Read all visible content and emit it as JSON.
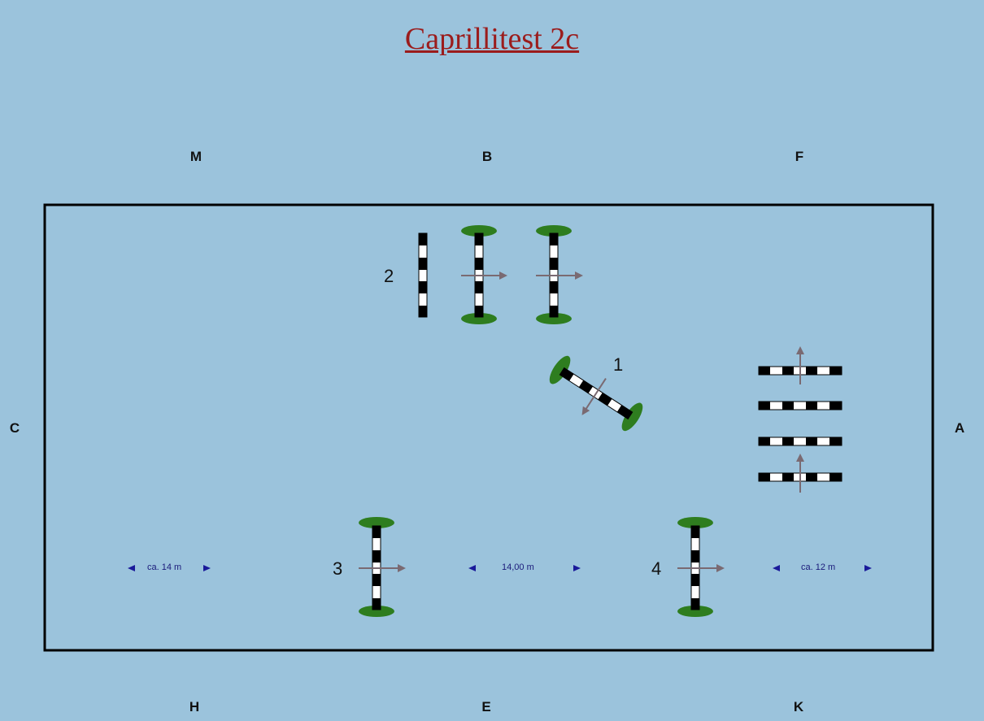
{
  "title": "Caprillitest 2c",
  "markers": {
    "top": [
      "M",
      "B",
      "F"
    ],
    "left": "C",
    "right": "A",
    "bottom": [
      "H",
      "E",
      "K"
    ]
  },
  "obstacles": [
    "1",
    "2",
    "3",
    "4"
  ],
  "distances": [
    "ca. 14 m",
    "14,00 m",
    "ca. 12 m"
  ],
  "colors": {
    "background": "#9bc3dc",
    "arena_border": "#000000",
    "title": "#9b1c1c",
    "pole_dark": "#000000",
    "pole_light": "#ffffff",
    "shrub": "#2e7d1f",
    "arrow": "#7a6a72",
    "distance_arrow": "#1a1a9a"
  }
}
